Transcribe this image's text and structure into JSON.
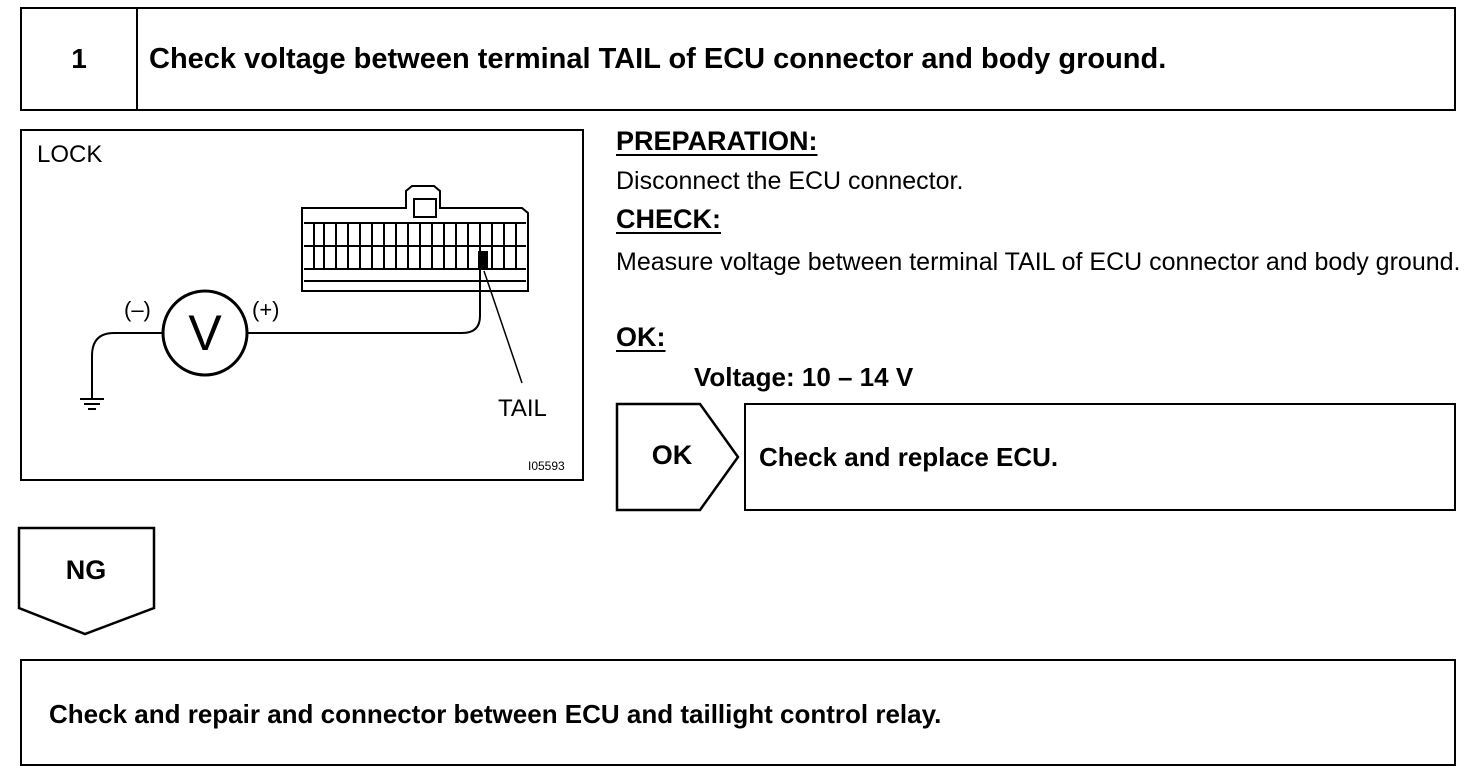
{
  "step": {
    "number": "1",
    "title": "Check voltage between terminal TAIL of ECU connector and body ground."
  },
  "diagram": {
    "lock_label": "LOCK",
    "minus_label": "(–)",
    "plus_label": "(+)",
    "meter_symbol": "V",
    "terminal_label": "TAIL",
    "figure_id": "I05593"
  },
  "procedure": {
    "preparation_heading": "PREPARATION:",
    "preparation_text": "Disconnect the ECU connector.",
    "check_heading": "CHECK:",
    "check_text": "Measure voltage between terminal TAIL of ECU connector and body ground.",
    "ok_heading": "OK:",
    "ok_spec": "Voltage: 10 – 14 V"
  },
  "ok_branch": {
    "tag": "OK",
    "action": "Check and replace ECU."
  },
  "ng_branch": {
    "tag": "NG",
    "action": "Check and repair and connector between ECU and taillight control relay."
  }
}
